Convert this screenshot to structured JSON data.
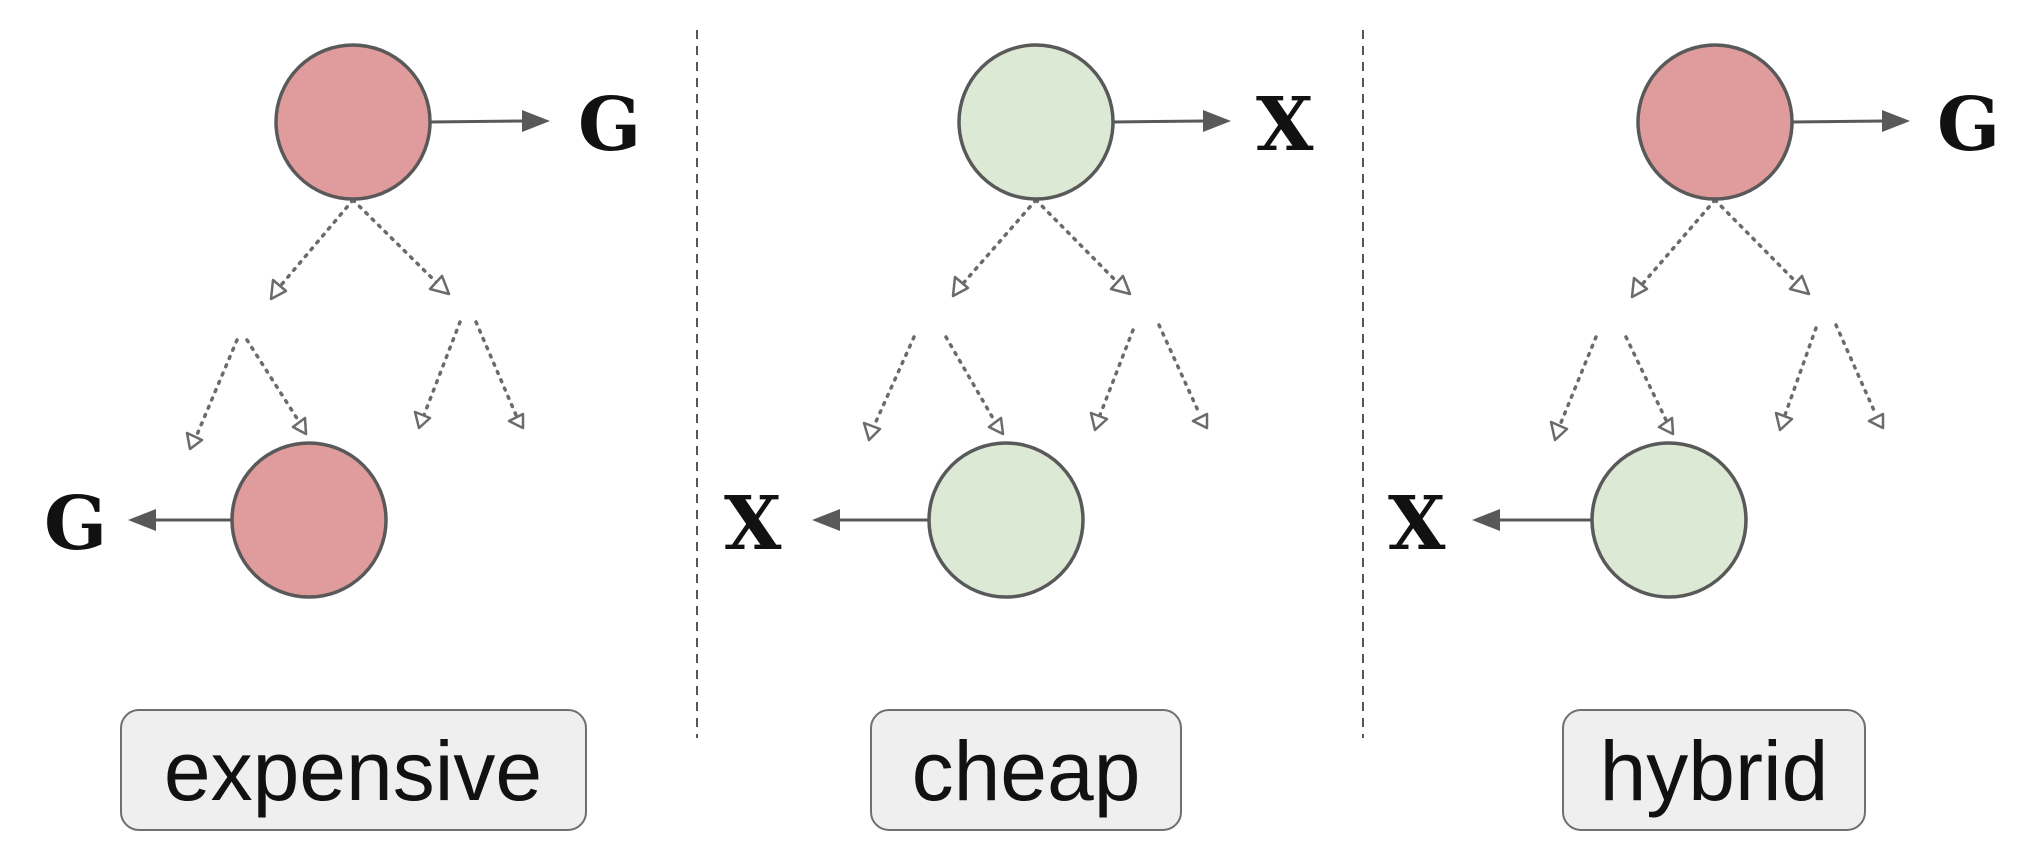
{
  "colors": {
    "expensive_node": "#e09c9c",
    "cheap_node": "#dce9d5",
    "stroke": "#595959",
    "caption_fill": "#efefef"
  },
  "panels": [
    {
      "id": "expensive",
      "caption": "expensive",
      "root": {
        "color": "expensive_node",
        "output": "G"
      },
      "child": {
        "color": "expensive_node",
        "output": "G"
      }
    },
    {
      "id": "cheap",
      "caption": "cheap",
      "root": {
        "color": "cheap_node",
        "output": "X"
      },
      "child": {
        "color": "cheap_node",
        "output": "X"
      }
    },
    {
      "id": "hybrid",
      "caption": "hybrid",
      "root": {
        "color": "expensive_node",
        "output": "G"
      },
      "child": {
        "color": "cheap_node",
        "output": "X"
      }
    }
  ]
}
